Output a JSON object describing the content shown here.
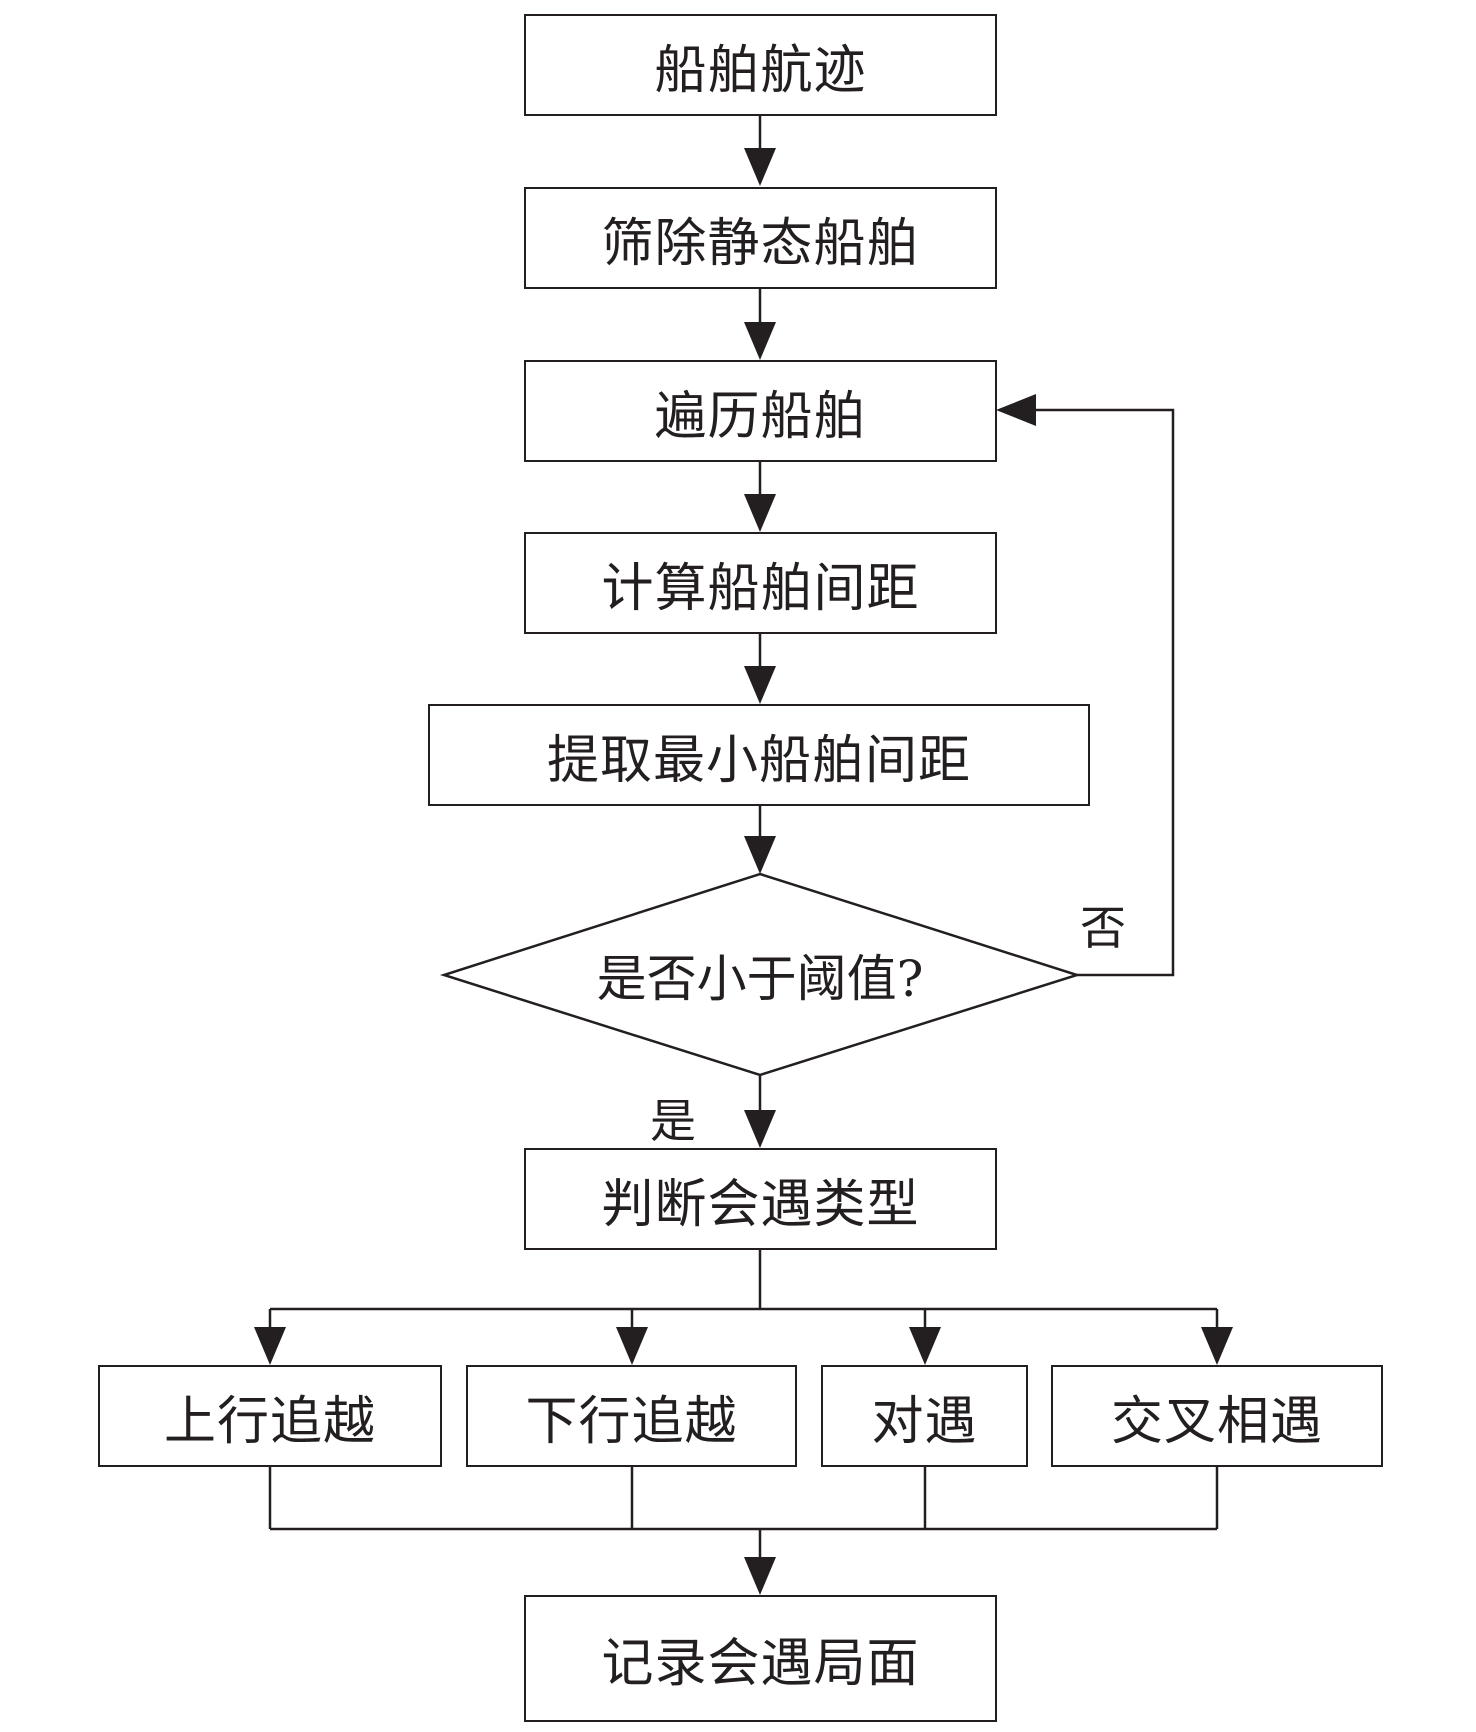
{
  "steps": {
    "trajectory": "船舶航迹",
    "filter_static": "筛除静态船舶",
    "traverse": "遍历船舶",
    "compute_distance": "计算船舶间距",
    "min_distance": "提取最小船舶间距",
    "decision": "是否小于阈值?",
    "judge_type": "判断会遇类型",
    "record": "记录会遇局面"
  },
  "branch_labels": {
    "no": "否",
    "yes": "是"
  },
  "encounter_types": [
    "上行追越",
    "下行追越",
    "对遇",
    "交叉相遇"
  ],
  "colors": {
    "stroke": "#231f20",
    "background": "#ffffff"
  }
}
